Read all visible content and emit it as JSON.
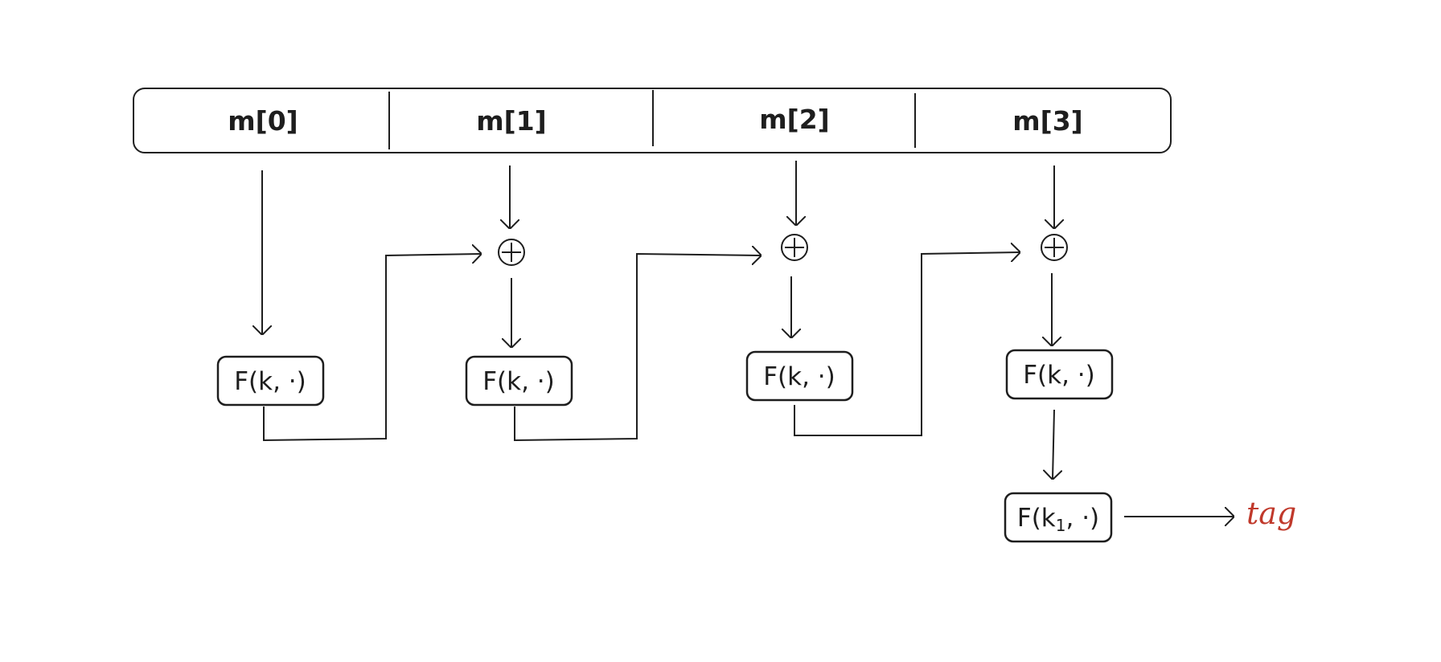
{
  "message_blocks": [
    "m[0]",
    "m[1]",
    "m[2]",
    "m[3]"
  ],
  "stages": [
    {
      "block_label": "F(k, ·)",
      "has_xor": false
    },
    {
      "block_label": "F(k, ·)",
      "has_xor": true
    },
    {
      "block_label": "F(k, ·)",
      "has_xor": true
    },
    {
      "block_label": "F(k, ·)",
      "has_xor": true
    }
  ],
  "final_block": {
    "label": "F(k1, ·)",
    "main": "F(k",
    "sub": "1",
    "rest": ", ·)"
  },
  "xor_symbol": "⊕",
  "output": {
    "label": "tag",
    "color": "#c0392b"
  },
  "colors": {
    "stroke": "#1e1e1e",
    "background": "#ffffff"
  }
}
